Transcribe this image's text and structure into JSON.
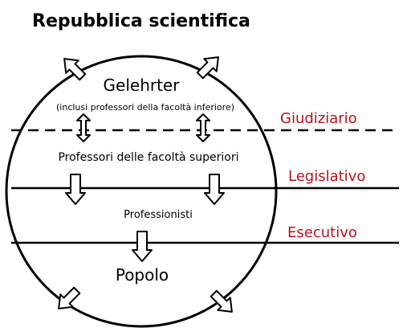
{
  "title": "Repubblica scientifica",
  "layers": {
    "top": "Gelehrter",
    "top_note": "(inclusi professori della facoltà inferiore)",
    "upper": "Professori delle facoltà superiori",
    "middle": "Professionisti",
    "bottom": "Popolo"
  },
  "powers": {
    "judicial": "Giudiziario",
    "legislative": "Legislativo",
    "executive": "Esecutivo"
  },
  "colors": {
    "power_label": "#b5121b",
    "ink": "#000000"
  }
}
